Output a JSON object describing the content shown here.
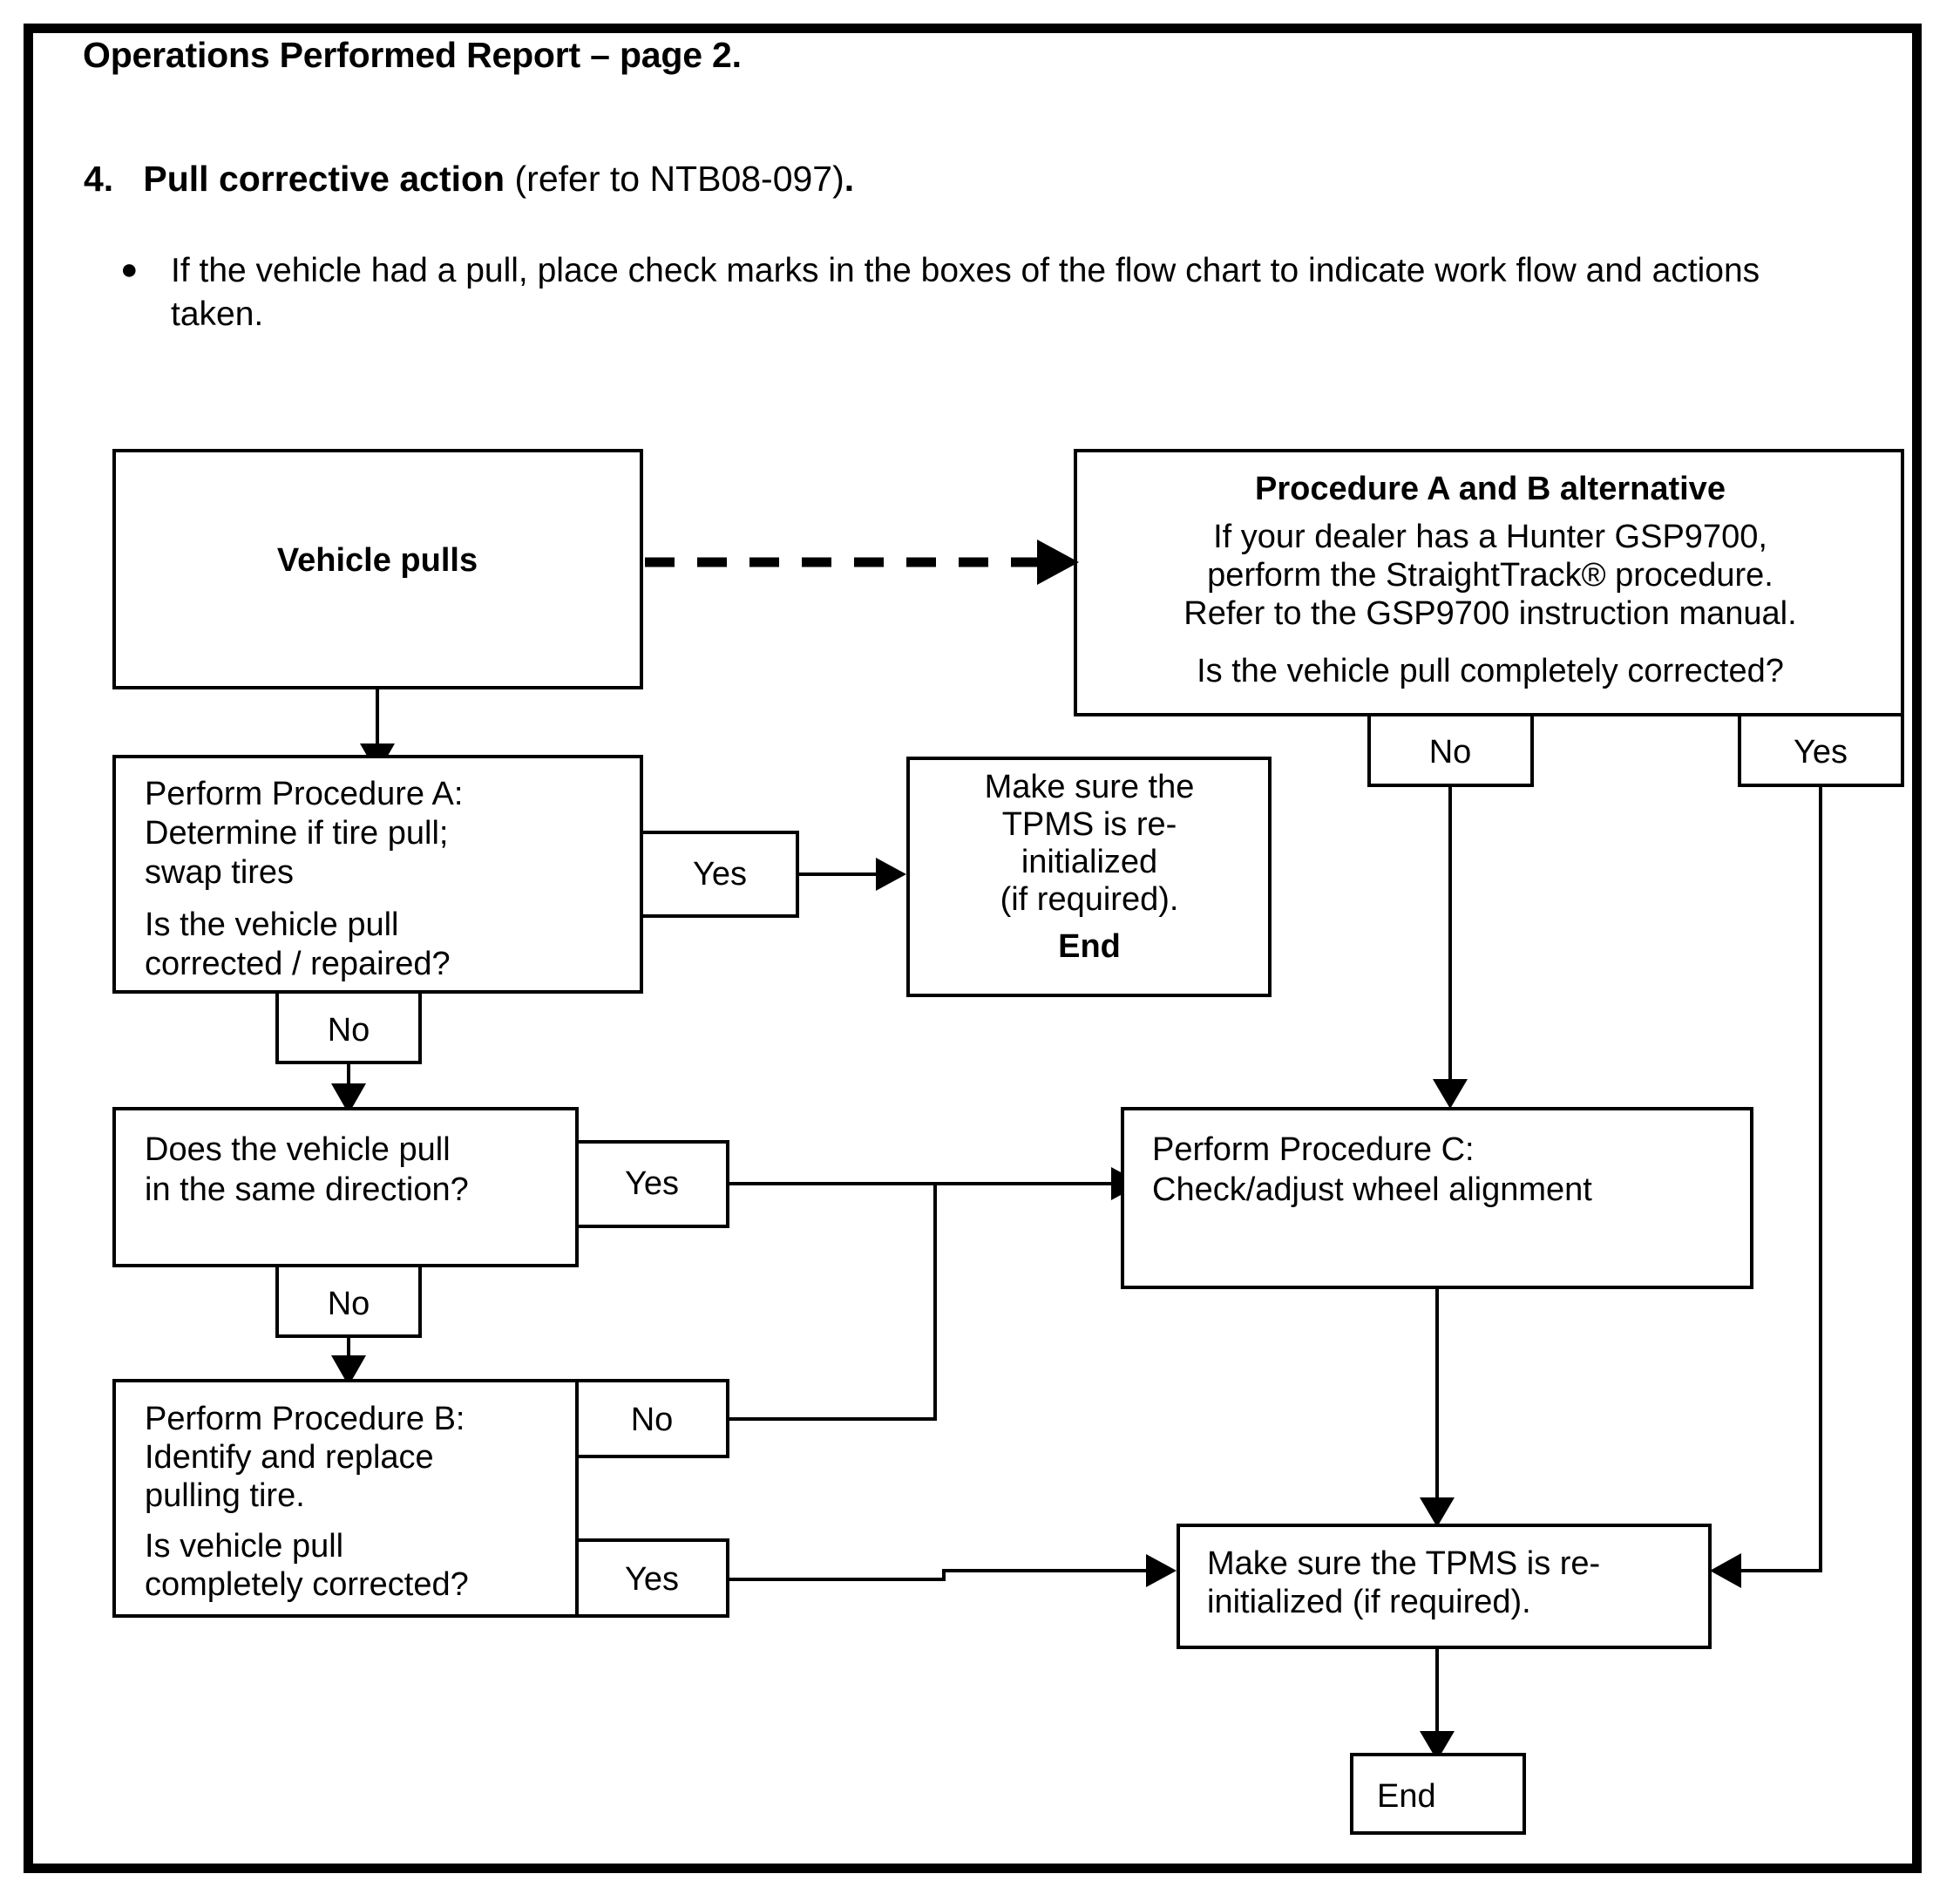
{
  "document": {
    "title": "Operations Performed Report – page 2.",
    "step_number": "4.",
    "step_title": "Pull corrective action",
    "step_reference": "(refer to NTB08-097)",
    "step_period": ".",
    "bullet_marker": "●",
    "bullet_text": "If the vehicle had a pull, place check marks in the boxes of the flow chart to indicate work flow and actions taken."
  },
  "flowchart": {
    "type": "diagram",
    "nodes": {
      "vehicle_pulls": {
        "label": "Vehicle pulls"
      },
      "alternative": {
        "heading": "Procedure A and B alternative",
        "line1": "If your dealer has a Hunter GSP9700,",
        "line2": "perform the StraightTrack® procedure.",
        "line3": "Refer to the GSP9700 instruction manual.",
        "question": "Is the vehicle pull completely corrected?"
      },
      "procedure_a": {
        "line1": "Perform Procedure A:",
        "line2": "Determine if tire pull;",
        "line3": "swap tires",
        "line4": "Is the vehicle pull",
        "line5": "corrected / repaired?"
      },
      "tpms_end": {
        "line1": "Make sure the",
        "line2": "TPMS is re-",
        "line3": "initialized",
        "line4": "(if required).",
        "end_label": "End"
      },
      "same_direction": {
        "line1": "Does the vehicle pull",
        "line2": "in the same direction?"
      },
      "procedure_b": {
        "line1": "Perform Procedure B:",
        "line2": "Identify and replace",
        "line3": "pulling tire.",
        "line4": "Is vehicle pull",
        "line5": "completely corrected?"
      },
      "procedure_c": {
        "line1": "Perform Procedure C:",
        "line2": "Check/adjust wheel alignment"
      },
      "tpms_bottom": {
        "line1": "Make sure the TPMS is re-",
        "line2": "initialized (if required)."
      },
      "end_node": {
        "label": "End"
      }
    },
    "edge_labels": {
      "alt_no": "No",
      "alt_yes": "Yes",
      "proc_a_yes": "Yes",
      "proc_a_no": "No",
      "same_dir_yes": "Yes",
      "same_dir_no": "No",
      "proc_b_no": "No",
      "proc_b_yes": "Yes"
    },
    "colors": {
      "stroke": "#000000",
      "fill": "#ffffff",
      "frame": "#000000"
    }
  }
}
